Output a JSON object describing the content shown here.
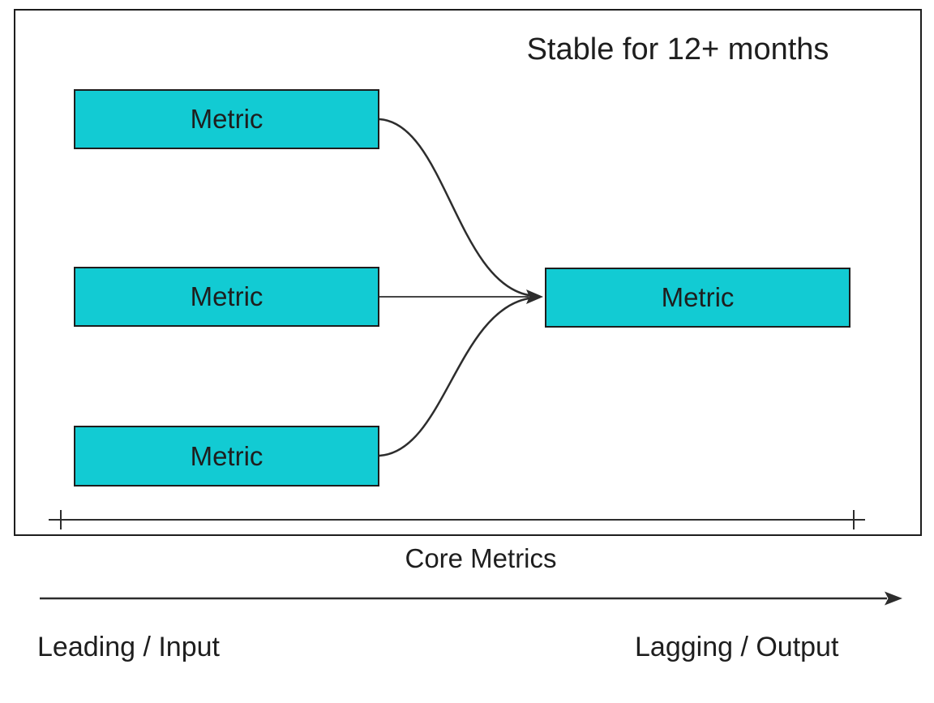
{
  "title": "Stable for 12+ months",
  "boxes": {
    "input1": {
      "label": "Metric"
    },
    "input2": {
      "label": "Metric"
    },
    "input3": {
      "label": "Metric"
    },
    "output": {
      "label": "Metric"
    }
  },
  "axis": {
    "label": "Core Metrics",
    "left_label": "Leading / Input",
    "right_label": "Lagging / Output"
  },
  "colors": {
    "box_fill": "#12cbd3",
    "box_border": "#1d1d1d",
    "line": "#2d2d2d",
    "text": "#1e1e1e",
    "background": "#ffffff"
  }
}
